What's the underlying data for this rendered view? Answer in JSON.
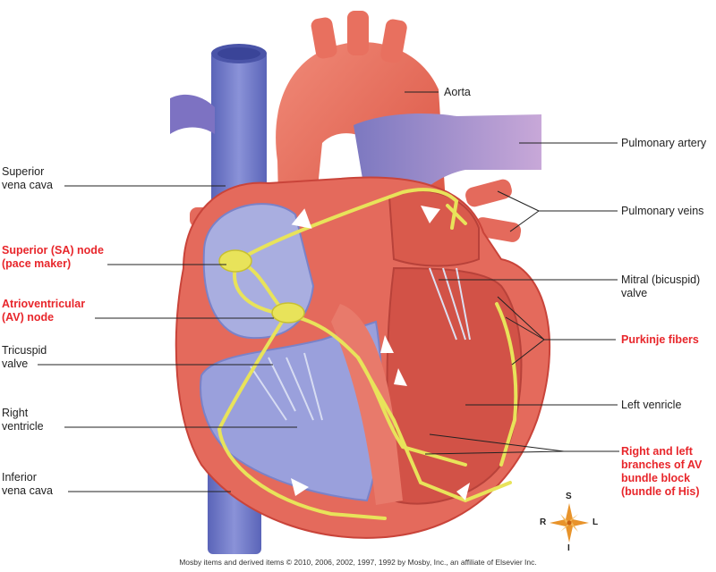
{
  "labels": {
    "aorta": "Aorta",
    "pulmonary_artery": "Pulmonary artery",
    "pulmonary_veins": "Pulmonary veins",
    "mitral_valve": "Mitral (bicuspid)\nvalve",
    "purkinje_fibers": "Purkinje fibers",
    "left_ventricle": "Left venricle",
    "bundle_branches": "Right and left\nbranches of AV\nbundle block\n(bundle of His)",
    "superior_vena_cava": "Superior\nvena cava",
    "sa_node": "Superior (SA) node\n(pace maker)",
    "av_node": "Atrioventricular\n(AV) node",
    "tricuspid_valve": "Tricuspid\nvalve",
    "right_ventricle": "Right\nventricle",
    "inferior_vena_cava": "Inferior\nvena cava"
  },
  "compass": {
    "top": "S",
    "bottom": "I",
    "left": "R",
    "right": "L"
  },
  "copyright": "Mosby items and derived items © 2010, 2006, 2002, 1997, 1992 by Mosby, Inc., an affiliate of Elsevier Inc.",
  "colors": {
    "label_red": "#e8262b",
    "muscle": "#e46a5c",
    "muscle_dark": "#c9443a",
    "blue": "#6f79c9",
    "blue_light": "#a9aee0",
    "conduction": "#e8e35a"
  }
}
